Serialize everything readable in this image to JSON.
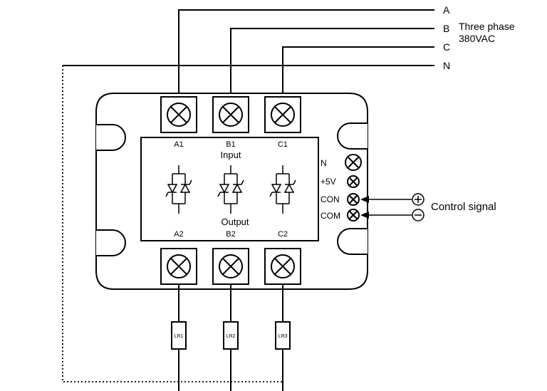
{
  "phase_lines": [
    "A",
    "B",
    "C",
    "N"
  ],
  "supply_label": [
    "Three phase",
    "380VAC"
  ],
  "input_terminals": [
    "A1",
    "B1",
    "C1"
  ],
  "output_terminals": [
    "A2",
    "B2",
    "C2"
  ],
  "input_label": "Input",
  "output_label": "Output",
  "control_terminals": [
    "N",
    "+5V",
    "CON",
    "COM"
  ],
  "control_signal_label": "Control signal",
  "control_polarity": [
    "+",
    "−"
  ],
  "loads": [
    "LR1",
    "LR2",
    "LR3"
  ]
}
